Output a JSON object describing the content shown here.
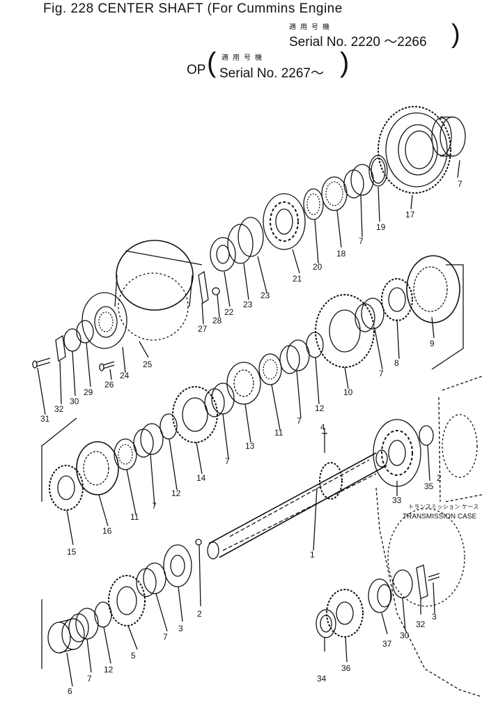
{
  "header": {
    "title": "Fig. 228  CENTER SHAFT (For Cummins Engine",
    "jp_label_1": "適用号機",
    "serial_1": "Serial No. 2220 ～2266",
    "op": "OP",
    "jp_label_2": "適用号機",
    "serial_2": "Serial No. 2267～",
    "bracket_close": ")",
    "bracket_open": "(",
    "bracket_close_2": ")"
  },
  "case_label": {
    "jp": "トランスミッション ケース",
    "en": "TRANSMISSION CASE"
  },
  "callouts": [
    {
      "id": "c7a",
      "text": "7"
    },
    {
      "id": "c17",
      "text": "17"
    },
    {
      "id": "c19",
      "text": "19"
    },
    {
      "id": "c7b",
      "text": "7"
    },
    {
      "id": "c18",
      "text": "18"
    },
    {
      "id": "c20",
      "text": "20"
    },
    {
      "id": "c21",
      "text": "21"
    },
    {
      "id": "c23a",
      "text": "23"
    },
    {
      "id": "c23b",
      "text": "23"
    },
    {
      "id": "c22",
      "text": "22"
    },
    {
      "id": "c28",
      "text": "28"
    },
    {
      "id": "c27",
      "text": "27"
    },
    {
      "id": "c25",
      "text": "25"
    },
    {
      "id": "c24",
      "text": "24"
    },
    {
      "id": "c26",
      "text": "26"
    },
    {
      "id": "c29",
      "text": "29"
    },
    {
      "id": "c30a",
      "text": "30"
    },
    {
      "id": "c32a",
      "text": "32"
    },
    {
      "id": "c31",
      "text": "31"
    },
    {
      "id": "c9",
      "text": "9"
    },
    {
      "id": "c8",
      "text": "8"
    },
    {
      "id": "c7c",
      "text": "7"
    },
    {
      "id": "c10",
      "text": "10"
    },
    {
      "id": "c12a",
      "text": "12"
    },
    {
      "id": "c7d",
      "text": "7"
    },
    {
      "id": "c11a",
      "text": "11"
    },
    {
      "id": "c13",
      "text": "13"
    },
    {
      "id": "c7e",
      "text": "7"
    },
    {
      "id": "c14",
      "text": "14"
    },
    {
      "id": "c12b",
      "text": "12"
    },
    {
      "id": "c7f",
      "text": "7"
    },
    {
      "id": "c11b",
      "text": "11"
    },
    {
      "id": "c16",
      "text": "16"
    },
    {
      "id": "c15",
      "text": "15"
    },
    {
      "id": "c4",
      "text": "4"
    },
    {
      "id": "c2a",
      "text": "2"
    },
    {
      "id": "c35",
      "text": "35"
    },
    {
      "id": "c33",
      "text": "33"
    },
    {
      "id": "c1",
      "text": "1"
    },
    {
      "id": "c2b",
      "text": "2"
    },
    {
      "id": "c3",
      "text": "3"
    },
    {
      "id": "c7g",
      "text": "7"
    },
    {
      "id": "c5",
      "text": "5"
    },
    {
      "id": "c12c",
      "text": "12"
    },
    {
      "id": "c7h",
      "text": "7"
    },
    {
      "id": "c6",
      "text": "6"
    },
    {
      "id": "c37",
      "text": "37"
    },
    {
      "id": "c30b",
      "text": "30"
    },
    {
      "id": "c32b",
      "text": "32"
    },
    {
      "id": "c3b",
      "text": "3"
    },
    {
      "id": "c34",
      "text": "34"
    },
    {
      "id": "c36",
      "text": "36"
    }
  ]
}
